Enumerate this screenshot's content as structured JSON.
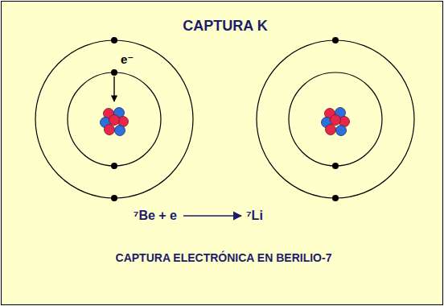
{
  "diagram": {
    "title": "CAPTURA K",
    "caption": "CAPTURA ELECTRÓNICA EN BERILIO-7",
    "labels": [
      "e⁻",
      "⁷Be + e",
      "⁷Li"
    ]
  }
}
